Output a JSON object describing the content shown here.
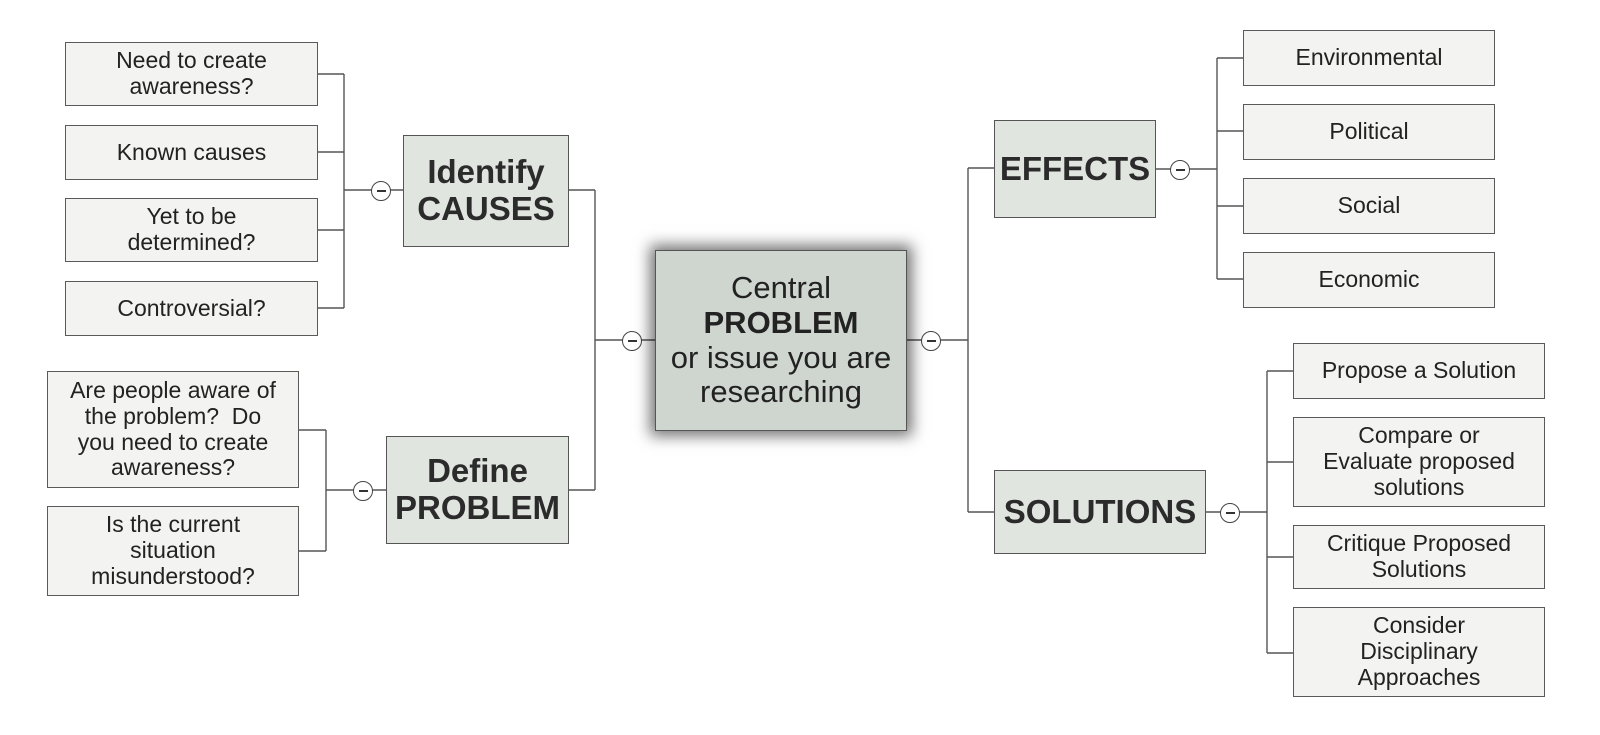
{
  "central": {
    "line1": "Central",
    "line2": "PROBLEM",
    "line3": "or issue you are",
    "line4": "researching"
  },
  "branches": {
    "causes": {
      "line1": "Identify",
      "line2": "CAUSES"
    },
    "define": {
      "line1": "Define",
      "line2": "PROBLEM"
    },
    "effects": {
      "line1": "EFFECTS"
    },
    "solutions": {
      "line1": "SOLUTIONS"
    }
  },
  "causes": [
    {
      "line1": "Need to create",
      "line2": "awareness?"
    },
    {
      "line1": "Known causes"
    },
    {
      "line1": "Yet to be",
      "line2": "determined?"
    },
    {
      "line1": "Controversial?"
    }
  ],
  "define": [
    {
      "line1": "Are people aware of",
      "line2": "the problem?  Do",
      "line3": "you need to create",
      "line4": "awareness?"
    },
    {
      "line1": "Is the current",
      "line2": "situation",
      "line3": "misunderstood?"
    }
  ],
  "effects": [
    {
      "line1": "Environmental"
    },
    {
      "line1": "Political"
    },
    {
      "line1": "Social"
    },
    {
      "line1": "Economic"
    }
  ],
  "solutions": [
    {
      "line1": "Propose a Solution"
    },
    {
      "line1": "Compare or",
      "line2": "Evaluate proposed",
      "line3": "solutions"
    },
    {
      "line1": "Critique Proposed",
      "line2": "Solutions"
    },
    {
      "line1": "Consider",
      "line2": "Disciplinary",
      "line3": "Approaches"
    }
  ],
  "icons": {
    "collapse": "collapse-minus-icon"
  },
  "colors": {
    "central_fill": "#cfd6cf",
    "branch_fill": "#e0e5df",
    "leaf_fill": "#f3f3f2",
    "line": "#555555"
  }
}
